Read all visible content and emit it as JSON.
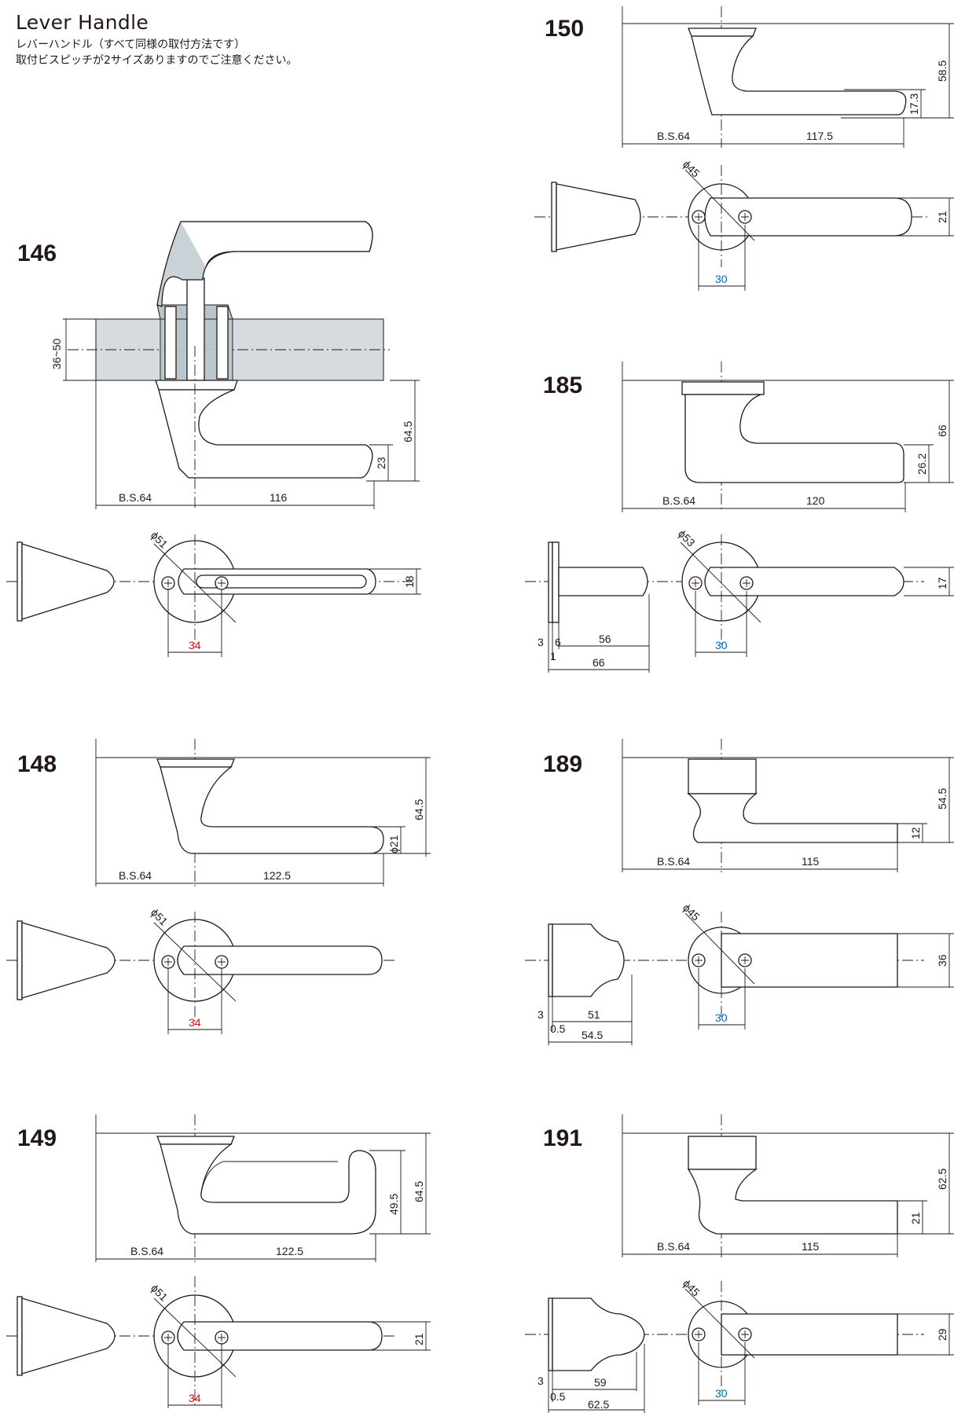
{
  "header": {
    "title": "Lever Handle",
    "line1": "レバーハンドル（すべて同様の取付方法です）",
    "line2": "取付ビスピッチが2サイズありますのでご注意ください。"
  },
  "colors": {
    "line": "#231815",
    "pitch_34": "#e60012",
    "pitch_30": "#0068b7",
    "door": "#d6dbdf",
    "section": "#b8c6cc"
  },
  "models": [
    {
      "id": "146",
      "bs": "B.S.64",
      "length": "116",
      "height": "64.5",
      "grip": "23",
      "door": "36~50",
      "rose": "ϕ51",
      "width": "18",
      "pitch": "34"
    },
    {
      "id": "148",
      "bs": "B.S.64",
      "length": "122.5",
      "height": "64.5",
      "grip": "ϕ21",
      "rose": "ϕ51",
      "pitch": "34"
    },
    {
      "id": "149",
      "bs": "B.S.64",
      "length": "122.5",
      "height": "64.5",
      "inner": "49.5",
      "rose": "ϕ51",
      "width": "21",
      "pitch": "34"
    },
    {
      "id": "150",
      "bs": "B.S.64",
      "length": "117.5",
      "height": "58.5",
      "grip": "17.3",
      "rose": "ϕ45",
      "width": "21",
      "pitch": "30"
    },
    {
      "id": "185",
      "bs": "B.S.64",
      "length": "120",
      "height": "66",
      "grip": "26.2",
      "rose": "ϕ53",
      "width": "17",
      "pitch": "30",
      "side_a": "3",
      "side_b": "6",
      "side_c": "1",
      "side_d": "56",
      "side_e": "66"
    },
    {
      "id": "189",
      "bs": "B.S.64",
      "length": "115",
      "height": "54.5",
      "grip": "12",
      "rose": "ϕ45",
      "width": "36",
      "pitch": "30",
      "side_a": "3",
      "side_b": "0.5",
      "side_d": "51",
      "side_e": "54.5"
    },
    {
      "id": "191",
      "bs": "B.S.64",
      "length": "115",
      "height": "62.5",
      "grip": "21",
      "rose": "ϕ45",
      "width": "29",
      "pitch": "30",
      "side_a": "3",
      "side_b": "0.5",
      "side_d": "59",
      "side_e": "62.5"
    }
  ]
}
